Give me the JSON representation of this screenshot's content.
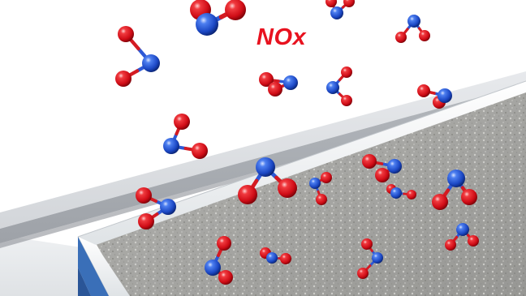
{
  "scene": {
    "label": "NOx",
    "colors": {
      "label": "#e8121f",
      "oxygen_atom": "#e0141c",
      "nitrogen_atom": "#1f4fd1",
      "background": "#ffffff",
      "wall": "#c9ccd0",
      "tray_rim": "#f4f6f7",
      "tray_side": "#3a6fb8",
      "gravel": "#a7a7a4"
    },
    "icons": [
      "no2-molecule",
      "gravel-tray",
      "concrete-wall"
    ]
  }
}
